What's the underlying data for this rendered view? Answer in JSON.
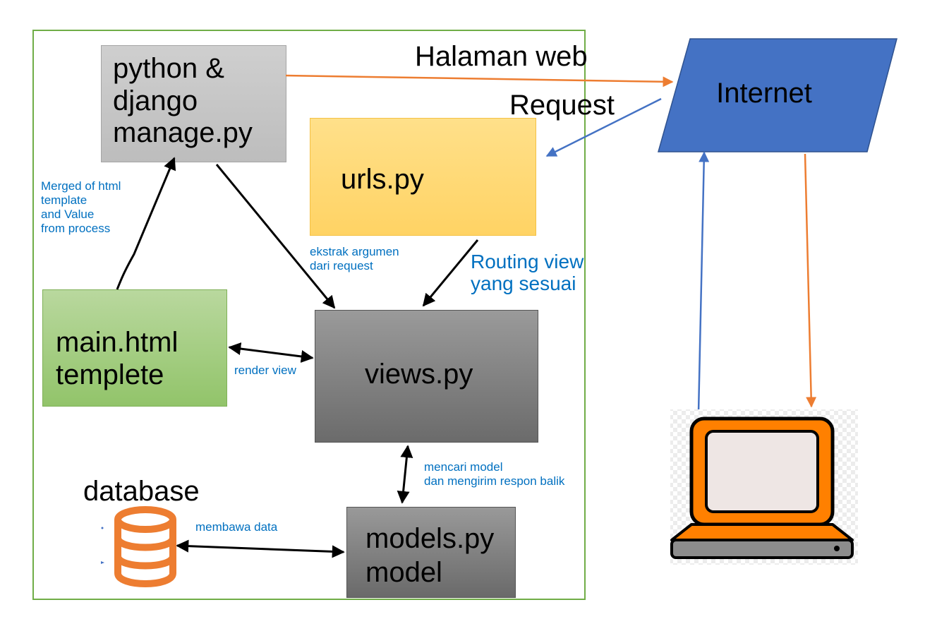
{
  "diagram": {
    "boxes": {
      "manage": [
        "python &",
        "django",
        "manage.py"
      ],
      "urls": "urls.py",
      "main": [
        "main.html",
        "templete"
      ],
      "views": "views.py",
      "models": [
        "models.py",
        "model"
      ]
    },
    "nodes": {
      "internet": "Internet",
      "database": "database"
    },
    "labels": {
      "halaman_web": "Halaman web",
      "request": "Request",
      "merged": [
        "Merged of html",
        "template",
        "and Value",
        "from process"
      ],
      "ekstrak": [
        "ekstrak argumen",
        "dari request"
      ],
      "routing": [
        "Routing view",
        "yang sesuai"
      ],
      "render_view": "render view",
      "mencari": [
        "mencari model",
        "dan mengirim respon balik"
      ],
      "membawa": "membawa data"
    },
    "colors": {
      "frame": "#70ad47",
      "annotation": "#0070c0",
      "internet_fill": "#4472c4",
      "orange_arrow": "#ed7d31",
      "blue_arrow": "#4472c4",
      "laptop": "#ff8000",
      "database_icon": "#ed7d31"
    },
    "icons": [
      "database-icon",
      "laptop-icon"
    ]
  }
}
